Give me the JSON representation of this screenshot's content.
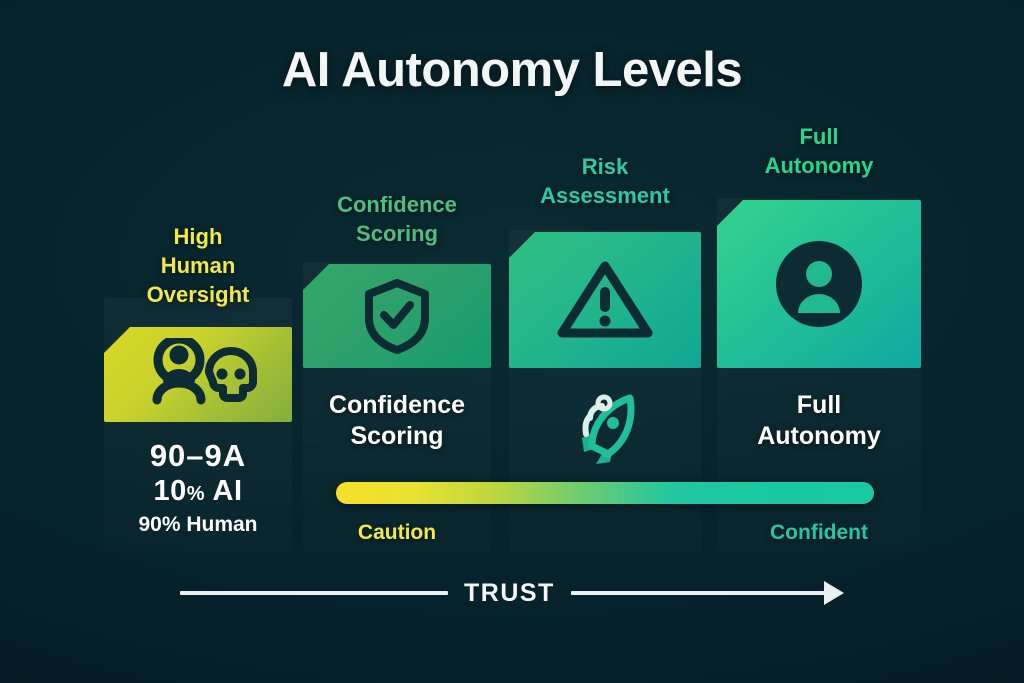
{
  "page": {
    "title": "AI Autonomy Levels",
    "background_color": "#06222a"
  },
  "colors": {
    "yellow": "#f5e028",
    "green": "#22d98e",
    "teal": "#19c8a2",
    "caution": "#f2e84a",
    "confident": "#22c9a6",
    "card1_from": "#d4d62a",
    "card1_to": "#8fb23b",
    "card2_from": "#2f9e63",
    "card2_to": "#13a06a",
    "card3_from": "#28b87e",
    "card3_to": "#10a792",
    "card4_from": "#2fcf92",
    "card4_to": "#12a9a0",
    "text_white": "#ffffff",
    "axis": "#e9f1f0"
  },
  "stages": [
    {
      "id": "high-human-oversight",
      "header": "High\nHuman\nOversight",
      "header_color": "#f2e84a",
      "icon": "people-skull-icon",
      "body": "",
      "stats": {
        "line1": "90–9A",
        "line2_value": "10",
        "line2_pct": "%",
        "line2_label": "AI",
        "line3": "90% Human"
      }
    },
    {
      "id": "confidence-scoring",
      "header": "Confidence\nScoring",
      "header_color": "#4fbf7f",
      "icon": "shield-check-icon",
      "body": "Confidence\nScoring"
    },
    {
      "id": "risk-assessment",
      "header": "Risk\nAssessment",
      "header_color": "#2ec9a6",
      "icon": "warning-triangle-icon",
      "body": "",
      "secondary_icon": "rocket-icon"
    },
    {
      "id": "full-autonomy",
      "header": "Full\nAutonomy",
      "header_color": "#22d98e",
      "icon": "person-circle-icon",
      "body": "Full\nAutonomy"
    }
  ],
  "trust_bar": {
    "left_caption": "Caution",
    "left_caption_color": "#f2e84a",
    "right_caption": "Confident",
    "right_caption_color": "#22c9a6",
    "gradient_from": "#f5e028",
    "gradient_to": "#19c9a4"
  },
  "axis": {
    "label": "TRUST",
    "direction": "left-to-right",
    "arrow": "arrow-right-icon"
  },
  "chart_data": {
    "type": "bar",
    "title": "AI Autonomy Levels",
    "xlabel": "TRUST",
    "ylabel": "",
    "categories": [
      "High Human Oversight",
      "Confidence Scoring",
      "Risk Assessment",
      "Full Autonomy"
    ],
    "values": [
      1,
      2,
      3,
      4
    ],
    "value_labels": [
      "90–9A / 10% AI / 90% Human",
      "Confidence Scoring",
      "Risk Assessment",
      "Full Autonomy"
    ],
    "grid": false,
    "legend": false,
    "annotations": [
      "Caution",
      "Confident"
    ]
  }
}
